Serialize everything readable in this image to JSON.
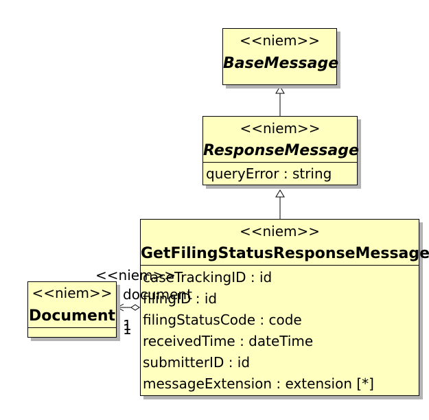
{
  "classes": {
    "base_message": {
      "stereotype": "<<niem>>",
      "name": "BaseMessage"
    },
    "response_message": {
      "stereotype": "<<niem>>",
      "name": "ResponseMessage",
      "attributes": [
        "queryError : string"
      ]
    },
    "get_filing_status": {
      "stereotype": "<<niem>>",
      "name": "GetFilingStatusResponseMessage",
      "attributes": [
        "caseTrackingID : id",
        "filingID : id",
        "filingStatusCode : code",
        "receivedTime : dateTime",
        "submitterID : id",
        "messageExtension : extension [*]"
      ]
    },
    "document": {
      "stereotype": "<<niem>>",
      "name": "Document"
    }
  },
  "association": {
    "stereotype": "<<niem>>",
    "role": "document",
    "multiplicity_a": "1",
    "multiplicity_b": "1"
  }
}
